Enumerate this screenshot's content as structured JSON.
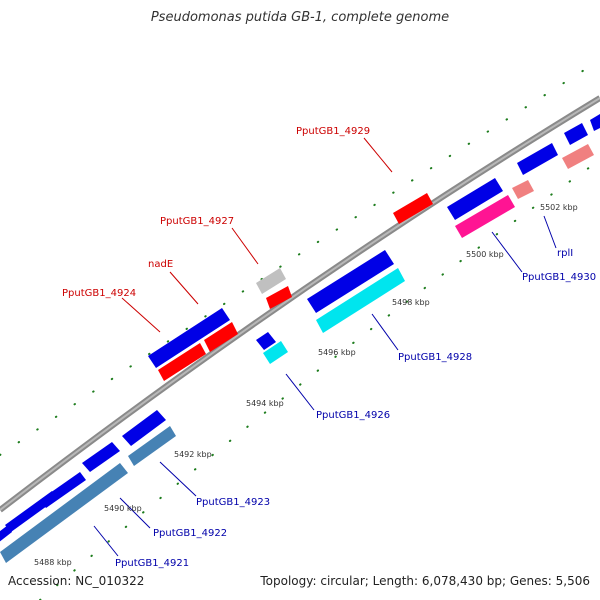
{
  "title": "Pseudomonas putida GB-1, complete genome",
  "footer": {
    "accession": "Accession: NC_010322",
    "summary": "Topology: circular; Length: 6,078,430 bp; Genes: 5,506"
  },
  "colors": {
    "backbone": "#808080",
    "cds_forward": "#0000e6",
    "cds_reverse": "#ff0000",
    "pseudo": "#c0c0c0",
    "tick": "#1e7d1e",
    "label_reverse": "#cc0000",
    "label_forward": "#0000aa"
  },
  "scale_labels": [
    "5488 kbp",
    "5490 kbp",
    "5492 kbp",
    "5494 kbp",
    "5496 kbp",
    "5498 kbp",
    "5500 kbp",
    "5502 kbp"
  ],
  "gene_labels": {
    "reverse": [
      "PputGB1_4924",
      "nadE",
      "PputGB1_4927",
      "PputGB1_4929"
    ],
    "forward": [
      "PputGB1_4921",
      "PputGB1_4922",
      "PputGB1_4923",
      "PputGB1_4926",
      "PputGB1_4928",
      "PputGB1_4930",
      "rplI"
    ]
  }
}
